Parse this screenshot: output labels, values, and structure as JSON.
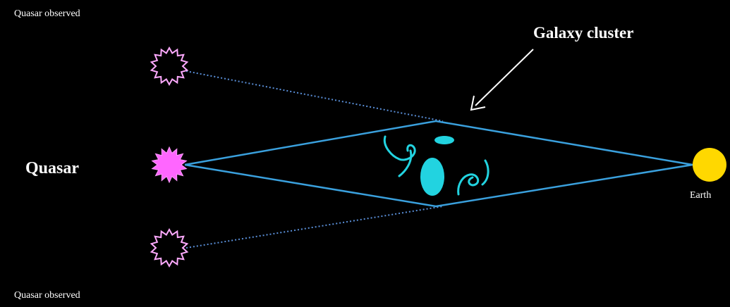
{
  "labels": {
    "quasar_observed_top": "Quasar observed",
    "quasar_observed_bottom": "Quasar observed",
    "quasar": "Quasar",
    "galaxy_cluster": "Galaxy cluster",
    "earth": "Earth"
  },
  "colors": {
    "background": "#000000",
    "text": "#ffffff",
    "quasar": "#ff66ff",
    "quasar_image_outline": "#ffaaff",
    "light_path": "#3aa0dd",
    "dotted_path": "#5a8fd8",
    "galaxies": "#22d3e0",
    "earth": "#ffd800",
    "arrow": "#ffffff"
  },
  "icons": {
    "quasar": "magenta-star",
    "quasar_image": "outlined-star",
    "earth": "yellow-circle",
    "galaxies": "cyan-spiral-and-elliptical-galaxies"
  }
}
